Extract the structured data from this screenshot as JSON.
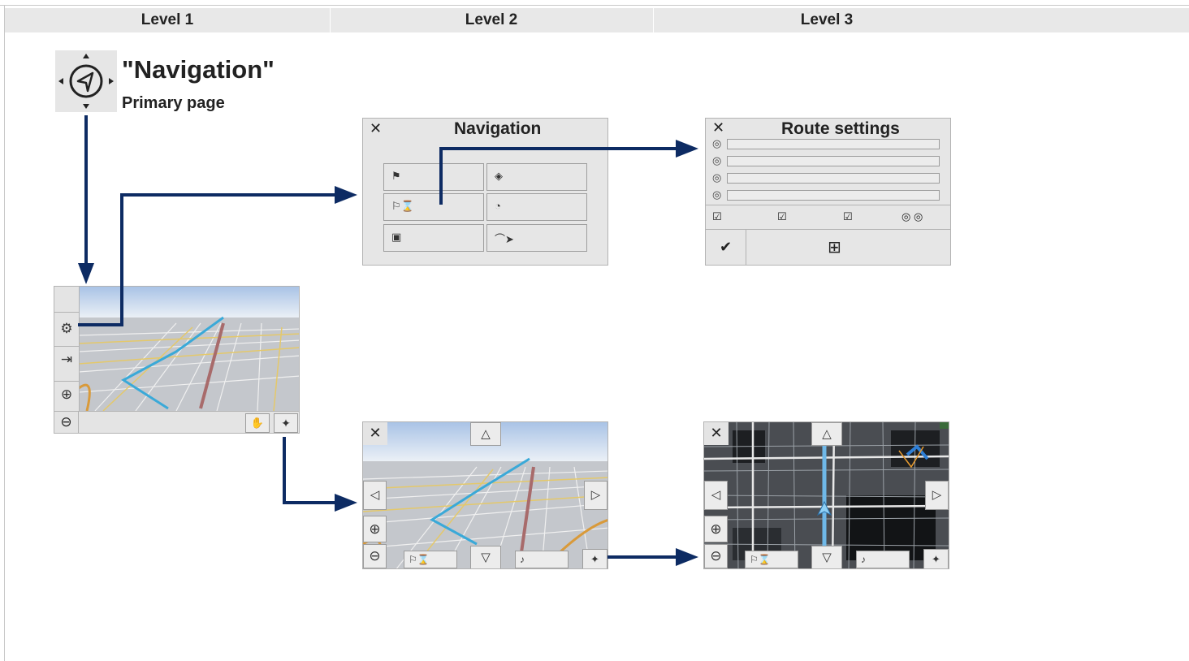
{
  "header": {
    "level1": "Level 1",
    "level2": "Level 2",
    "level3": "Level 3"
  },
  "primary": {
    "title": "\"Navigation\"",
    "subtitle": "Primary page"
  },
  "nav_menu": {
    "title": "Navigation",
    "close_icon": "close-icon",
    "buttons": [
      "destination-flag-icon",
      "position-icon",
      "route-flag-icon",
      "voice-guidance-icon",
      "save-icon",
      "traffic-icon"
    ]
  },
  "route_settings": {
    "title": "Route settings",
    "rows": 4,
    "close_icon": "close-icon",
    "confirm_icon": "checkmark-icon",
    "map_icon": "map-grid-icon"
  },
  "colors": {
    "arrow": "#0d2b63",
    "panel_bg": "#e6e6e6",
    "header_bg": "#e8e8e8",
    "route_blue": "#2aa3d6"
  }
}
